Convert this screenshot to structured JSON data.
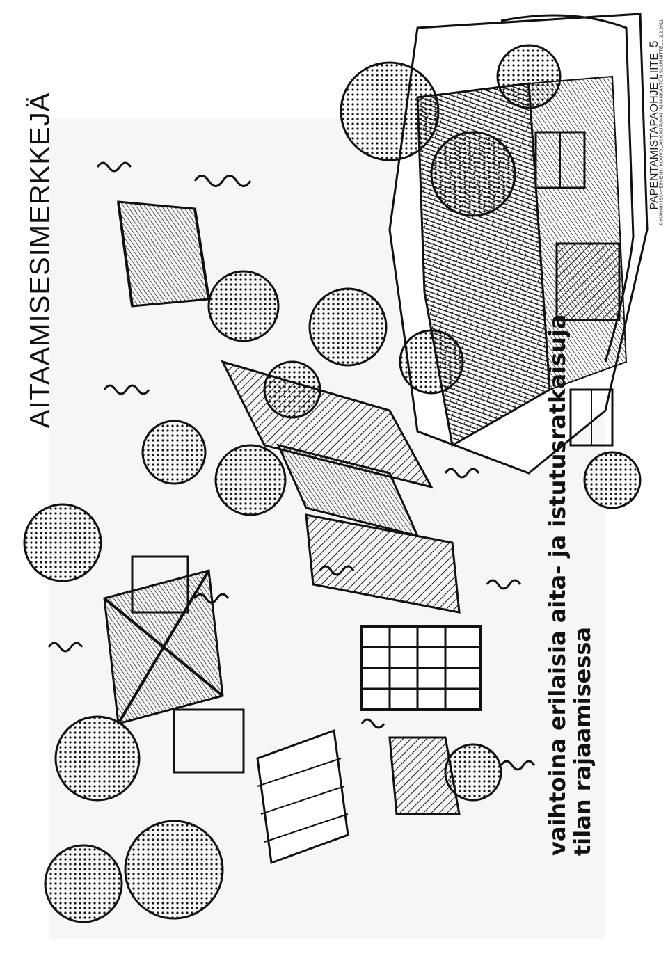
{
  "document": {
    "title": "AITAAMISESIMERKKEJÄ",
    "appendix": {
      "label": "PAPENTAMISTAPAOHJE LIITE",
      "number": "5"
    },
    "copyright": "© HANNU ISO-HEINIEMI / KOUVOLAN KAUPUNKI / MAANKÄYTÖN SUUNNITTELU 2.2.2011"
  },
  "illustration": {
    "caption_line1": "vaihtoina erilaisia aita- ja istutusratkaisuja",
    "caption_line2": "tilan rajaamisessa",
    "colors": {
      "ink": "#111111",
      "paper": "#ffffff",
      "shade": "#f4f4f4"
    }
  }
}
